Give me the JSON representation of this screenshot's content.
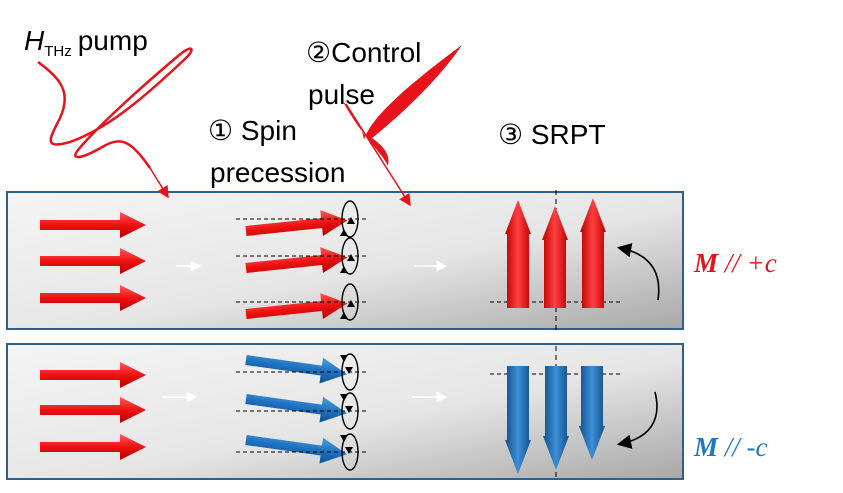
{
  "labels": {
    "pump_symbol": "H",
    "pump_subscript": "THz",
    "pump_word": "pump",
    "spin_line1": "① Spin",
    "spin_line2": "precession",
    "control_line1": "②Control",
    "control_line2": "pulse",
    "srpt": "③ SRPT"
  },
  "panels": [
    {
      "m_symbol": "M",
      "m_rest": " // +c",
      "color": "#e8121a"
    },
    {
      "m_symbol": "M",
      "m_rest": " // -c",
      "color": "#1f77c4"
    }
  ],
  "colors": {
    "red_arrow": "#ee1111",
    "blue_arrow": "#1f72c0",
    "panel_border": "#2e5f8f",
    "pulse_red": "#e8121a"
  }
}
